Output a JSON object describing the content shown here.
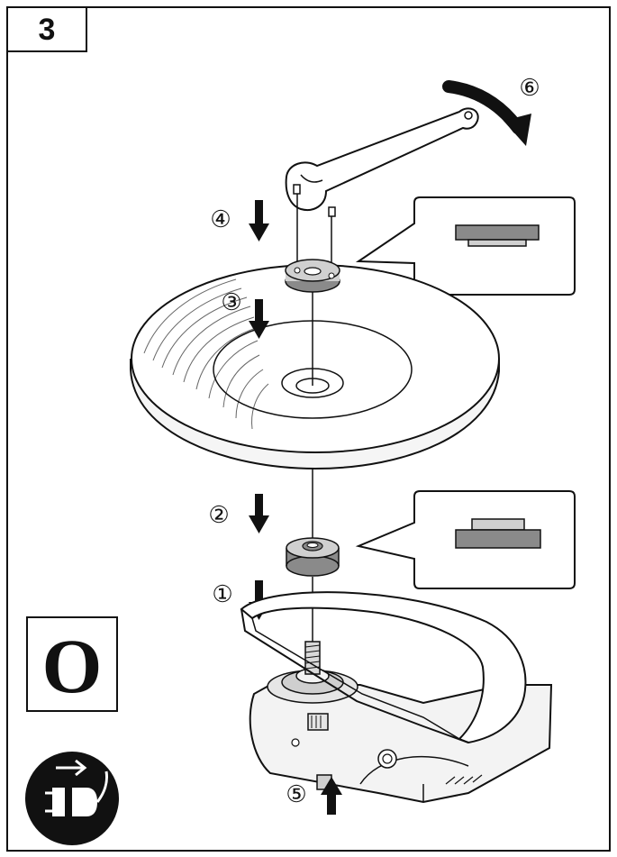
{
  "panel_number": "3",
  "mode_symbol": "O",
  "steps": [
    {
      "id": "1",
      "label": "①",
      "direction": "down"
    },
    {
      "id": "2",
      "label": "②",
      "direction": "down"
    },
    {
      "id": "3",
      "label": "③",
      "direction": "down"
    },
    {
      "id": "4",
      "label": "④",
      "direction": "down"
    },
    {
      "id": "5",
      "label": "⑤",
      "direction": "up"
    },
    {
      "id": "6",
      "label": "⑥",
      "direction": "clockwise"
    }
  ],
  "icons": {
    "unplug": "unplug-icon",
    "pin_spanner": "pin-spanner-icon",
    "outer_flange_detail": "outer-flange-detail-icon",
    "inner_flange_detail": "inner-flange-detail-icon"
  },
  "colors": {
    "line": "#111111",
    "part_fill": "#d9d9d9",
    "flange_fill": "#8a8a8a",
    "background": "#ffffff"
  }
}
